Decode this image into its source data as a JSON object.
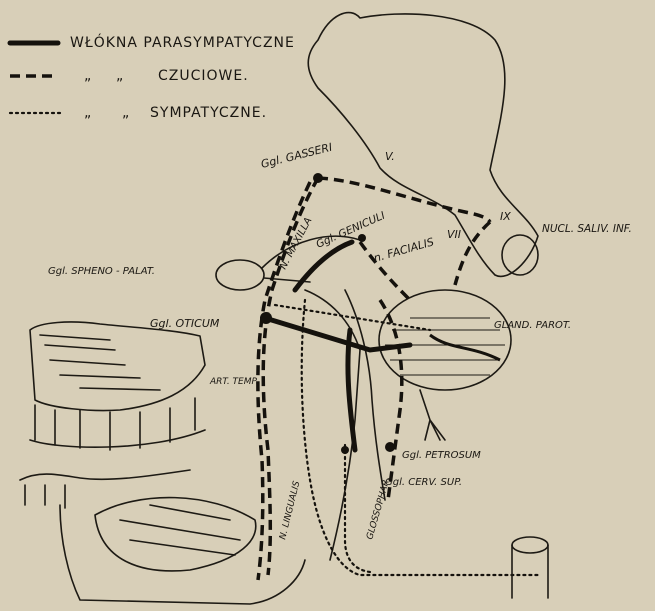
{
  "legend": {
    "parasympathetic": "WŁÓKNA PARASYMPATYCZNE",
    "sensory_ditto_1": "„",
    "sensory_ditto_2": "„",
    "sensory": "CZUCIOWE.",
    "sympathetic_ditto_1": "„",
    "sympathetic_ditto_2": "„",
    "sympathetic": "SYMPATYCZNE."
  },
  "labels": {
    "ggl_gasseri": "Ggl. GASSERI",
    "nerve_v": "V.",
    "nerve_ix": "IX",
    "nucl_saliv": "NUCL. SALIV. INF.",
    "ggl_geniculi": "Ggl. GENICULI",
    "n_facialis": "n. FACIALIS",
    "nerve_vii": "VII",
    "n_maxilla": "N. MAXILLA",
    "ggl_spheno": "Ggl. SPHENO - PALAT.",
    "ggl_oticum": "Ggl. OTICUM",
    "gland_parot": "GLAND. PAROT.",
    "art_temp": "ART. TEMP.",
    "ggl_petrosum": "Ggl. PETROSUM",
    "ggl_cerv_sup": "Ggl. CERV. SUP.",
    "n_lingualis": "N. LINGUALIS",
    "glossopharyng": "GLOSSOPHAR."
  }
}
